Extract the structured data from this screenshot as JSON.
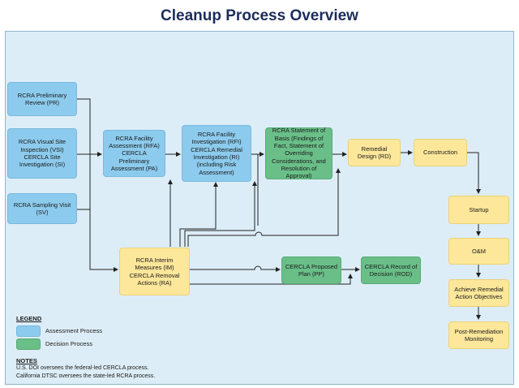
{
  "title": "Cleanup Process Overview",
  "boxes": {
    "rcra_pr": "RCRA Preliminary Review (PR)",
    "rcra_vsi": "RCRA Visual Site Inspection (VSI) CERCLA Site Investigation (SI)",
    "rcra_sv": "RCRA Sampling Visit (SV)",
    "rfa_pa": "RCRA Facility Assessment (RFA) CERCLA Preliminary Assessment (PA)",
    "rfi_ri": "RCRA Facility Investigation (RFI) CERCLA Remedial Investigation (RI) (including Risk Assessment)",
    "statement_basis": "RCRA Statement of Basis (Findings of Fact, Statement of Overriding Considerations, and Resolution of Approval)",
    "remedial_design": "Remedial Design (RD)",
    "construction": "Construction",
    "im_ra": "RCRA Interim Measures (IM) CERCLA Removal Actions (RA)",
    "proposed_plan": "CERCLA Proposed Plan (PP)",
    "rod": "CERCLA Record of Decision (ROD)",
    "startup": "Startup",
    "om": "O&M",
    "achieve": "Achieve Remedial Action Objectives",
    "post_monitoring": "Post-Remediation Monitoring"
  },
  "legend": {
    "title": "LEGEND",
    "assessment": "Assessment Process",
    "decision": "Decision Process"
  },
  "notes": {
    "title": "NOTES",
    "line1": "U.S. DOI oversees the federal-led CERCLA process.",
    "line2": "California DTSC oversees the state-led RCRA process."
  },
  "colors": {
    "assessment": "#8ccbed",
    "decision": "#6abf88",
    "other": "#fde79a",
    "panel": "#dcedf7",
    "title": "#1c2d5c"
  }
}
